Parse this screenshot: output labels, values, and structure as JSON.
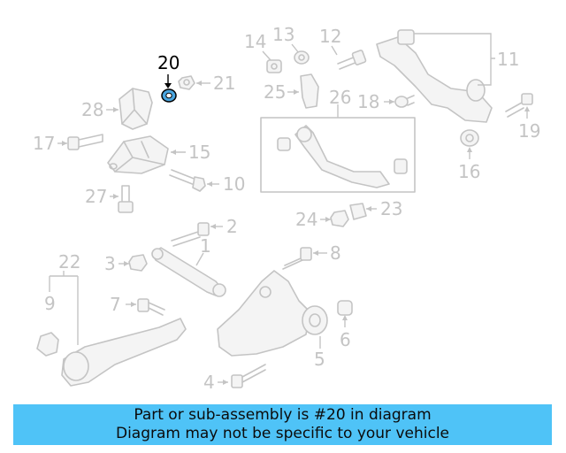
{
  "diagram": {
    "callouts": [
      {
        "id": "20",
        "label": "20",
        "highlighted": true
      },
      {
        "id": "21",
        "label": "21"
      },
      {
        "id": "14",
        "label": "14"
      },
      {
        "id": "13",
        "label": "13"
      },
      {
        "id": "12",
        "label": "12"
      },
      {
        "id": "11",
        "label": "11"
      },
      {
        "id": "28",
        "label": "28"
      },
      {
        "id": "25",
        "label": "25"
      },
      {
        "id": "18",
        "label": "18"
      },
      {
        "id": "17",
        "label": "17"
      },
      {
        "id": "15",
        "label": "15"
      },
      {
        "id": "19",
        "label": "19"
      },
      {
        "id": "26",
        "label": "26"
      },
      {
        "id": "16",
        "label": "16"
      },
      {
        "id": "10",
        "label": "10"
      },
      {
        "id": "27",
        "label": "27"
      },
      {
        "id": "24",
        "label": "24"
      },
      {
        "id": "23",
        "label": "23"
      },
      {
        "id": "2",
        "label": "2"
      },
      {
        "id": "1",
        "label": "1"
      },
      {
        "id": "8",
        "label": "8"
      },
      {
        "id": "3",
        "label": "3"
      },
      {
        "id": "22",
        "label": "22"
      },
      {
        "id": "9",
        "label": "9"
      },
      {
        "id": "7",
        "label": "7"
      },
      {
        "id": "6",
        "label": "6"
      },
      {
        "id": "5",
        "label": "5"
      },
      {
        "id": "4",
        "label": "4"
      }
    ],
    "highlight_color": "#4aa6e0"
  },
  "banner": {
    "line1": "Part or sub-assembly is #20 in diagram",
    "line2": "Diagram may not be specific to your vehicle",
    "background": "#4fc3f7"
  }
}
